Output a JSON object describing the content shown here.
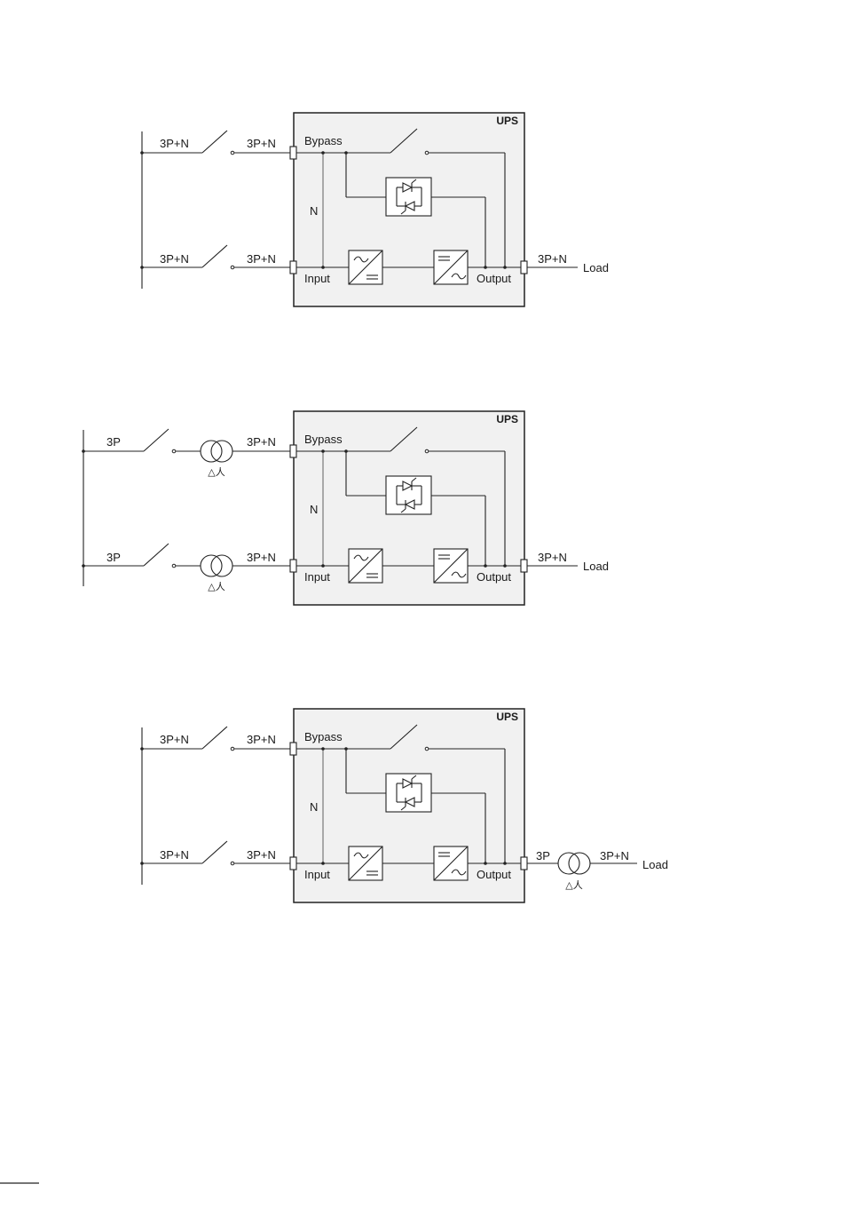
{
  "diagrams": [
    {
      "ups": "UPS",
      "bypass": "Bypass",
      "n": "N",
      "input": "Input",
      "output": "Output",
      "feed_top": "3P+N",
      "term_top": "3P+N",
      "feed_bot": "3P+N",
      "term_bot": "3P+N",
      "out_label": "3P+N",
      "load": "Load"
    },
    {
      "ups": "UPS",
      "bypass": "Bypass",
      "n": "N",
      "input": "Input",
      "output": "Output",
      "feed_top": "3P",
      "term_top": "3P+N",
      "feed_bot": "3P",
      "term_bot": "3P+N",
      "tx_top": "△人",
      "tx_bot": "△人",
      "out_label": "3P+N",
      "load": "Load"
    },
    {
      "ups": "UPS",
      "bypass": "Bypass",
      "n": "N",
      "input": "Input",
      "output": "Output",
      "feed_top": "3P+N",
      "term_top": "3P+N",
      "feed_bot": "3P+N",
      "term_bot": "3P+N",
      "out_label": "3P",
      "tx_out": "△人",
      "out_label2": "3P+N",
      "load": "Load"
    }
  ]
}
